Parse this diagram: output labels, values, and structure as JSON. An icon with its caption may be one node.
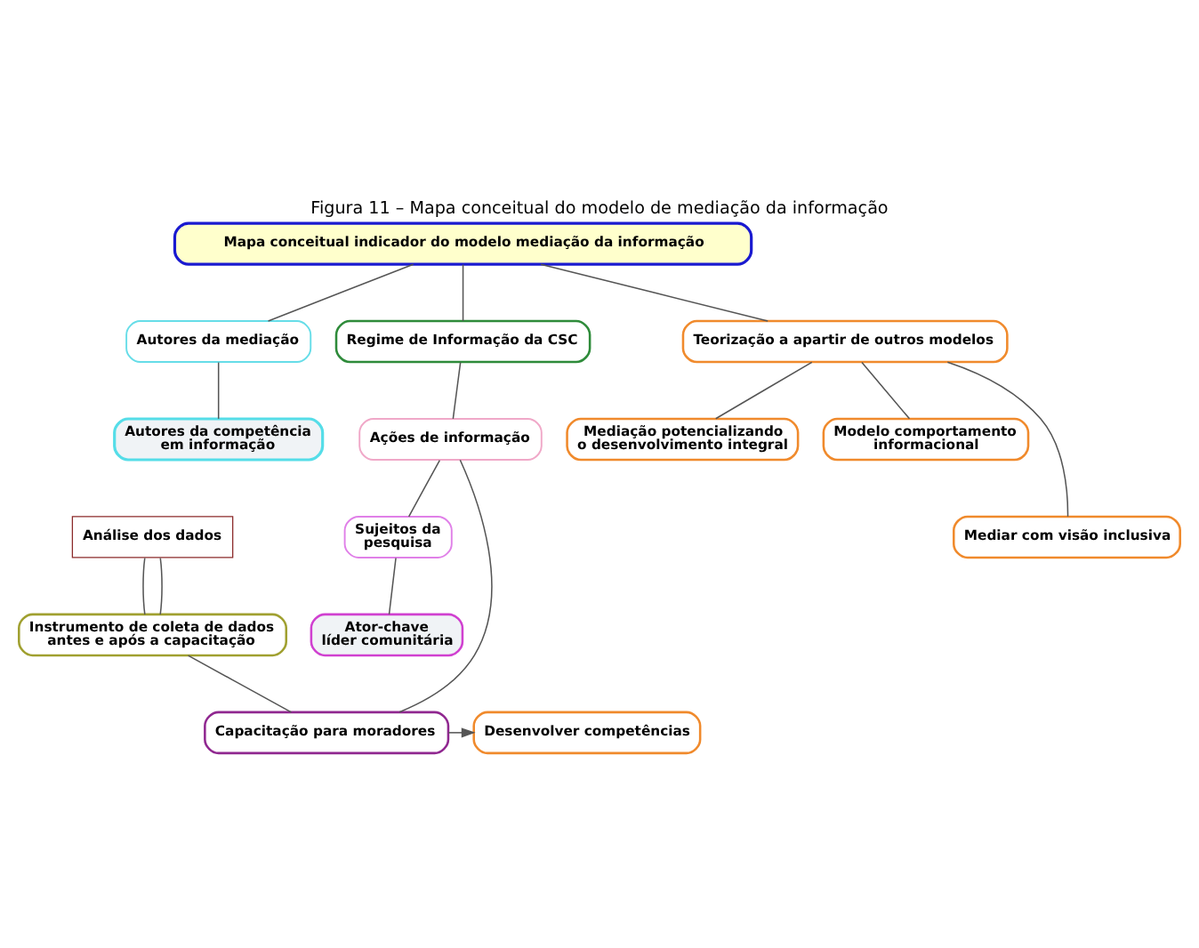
{
  "diagram": {
    "caption": "Figura 11 – Mapa conceitual do modelo de mediação da informação",
    "nodes": [
      {
        "text": [
          "Mapa conceitual indicador do modelo mediação da informação"
        ]
      },
      {
        "text": [
          "Autores da mediação"
        ]
      },
      {
        "text": [
          "Regime de Informação da CSC"
        ]
      },
      {
        "text": [
          "Teorização a apartir de outros modelos"
        ]
      },
      {
        "text": [
          "Autores da competência em informação"
        ]
      },
      {
        "text": [
          "Mediação potencializando o desenvolvimento integral"
        ]
      },
      {
        "text": [
          "Modelo comportamento informacional"
        ]
      },
      {
        "text": [
          "Ações de informação"
        ]
      },
      {
        "text": [
          "Análise dos dados"
        ]
      },
      {
        "text": [
          "Sujeitos da pesquisa"
        ]
      },
      {
        "text": [
          "Mediar com visão inclusiva"
        ]
      },
      {
        "text": [
          "Instrumento de coleta de dados antes e após a capacitação"
        ]
      },
      {
        "text": [
          "Ator-chave líder comunitária"
        ]
      },
      {
        "text": [
          "Capacitação para moradores"
        ]
      },
      {
        "text": [
          "Desenvolver competências"
        ]
      }
    ],
    "edges": [
      {
        "from": 0,
        "to": 1,
        "arrow": "none"
      },
      {
        "from": 0,
        "to": 2,
        "arrow": "none"
      },
      {
        "from": 0,
        "to": 3,
        "arrow": "none"
      },
      {
        "from": 1,
        "to": 4,
        "arrow": "none"
      },
      {
        "from": 2,
        "to": 7,
        "arrow": "none"
      },
      {
        "from": 3,
        "to": 5,
        "arrow": "none"
      },
      {
        "from": 3,
        "to": 10,
        "arrow": "none"
      },
      {
        "from": 3,
        "to": 6,
        "arrow": "none"
      },
      {
        "from": 7,
        "to": 9,
        "arrow": "none"
      },
      {
        "from": 9,
        "to": 12,
        "arrow": "none"
      },
      {
        "from": 7,
        "to": 13,
        "arrow": "none"
      },
      {
        "from": 8,
        "to": 11,
        "arrow": "none"
      },
      {
        "from": 8,
        "to": 11,
        "arrow": "none"
      },
      {
        "from": 11,
        "to": 13,
        "arrow": "none"
      },
      {
        "from": 13,
        "to": 14,
        "arrow": "to"
      }
    ]
  }
}
